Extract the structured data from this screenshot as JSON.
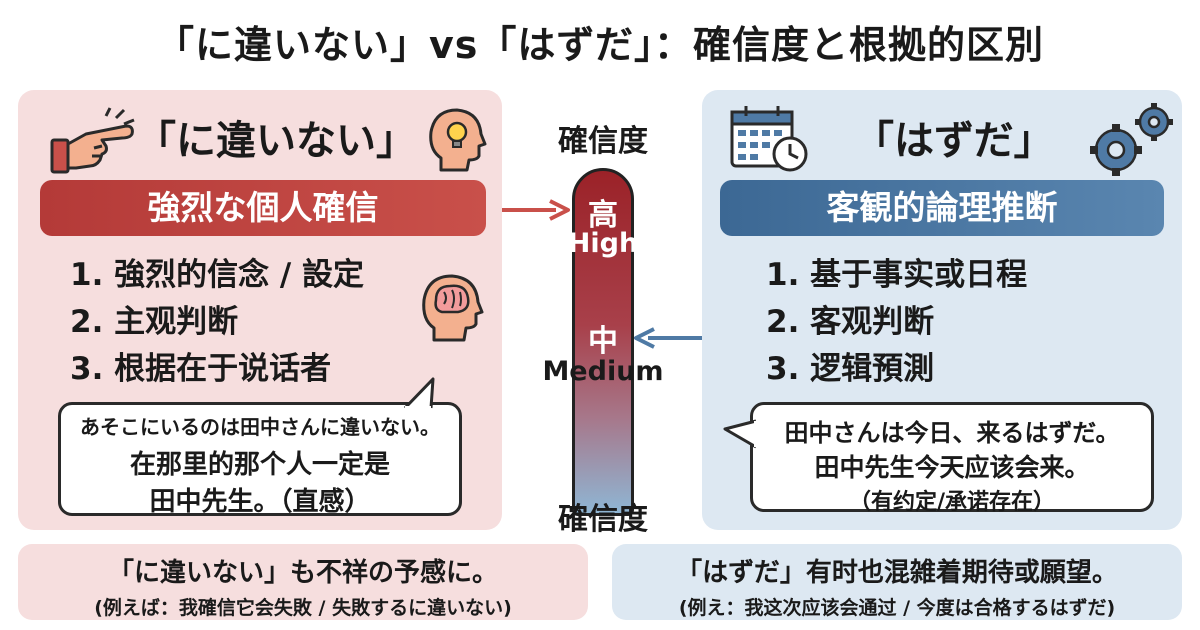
{
  "title": "「に違いない」vs「はずだ」：確信度と根拠的区別",
  "left": {
    "heading": "「に違いない」",
    "banner": "強烈な個人確信",
    "items": [
      "1. 強烈的信念 / 設定",
      "2. 主观判断",
      "3. 根据在于说话者"
    ],
    "bubble": {
      "line1": "あそこにいるのは田中さんに違いない。",
      "line2": "在那里的那个人一定是",
      "line3": "田中先生。（直感）"
    },
    "footer": {
      "line1": "「に違いない」も不祥の予感に。",
      "line2": "(例えば：我確信它会失敗 / 失敗するに違いない)"
    }
  },
  "right": {
    "heading": "「はずだ」",
    "banner": "客観的論理推断",
    "items": [
      "1. 基于事实或日程",
      "2. 客观判断",
      "3. 逻辑預測"
    ],
    "bubble": {
      "line1": "田中さんは今日、来るはずだ。",
      "line2": "田中先生今天应该会来。",
      "line3": "（有约定/承诺存在）"
    },
    "footer": {
      "line1": "「はずだ」有时也混雑着期待或願望。",
      "line2": "(例え：我这次应该会通过 / 今度は合格するはずだ)"
    }
  },
  "center": {
    "top_label": "確信度",
    "bottom_label": "確信度",
    "high_kanji": "高",
    "high_en": "High",
    "medium_kanji": "中",
    "medium_en": "Medium"
  },
  "colors": {
    "left_bg": "#f6dede",
    "right_bg": "#dde8f2",
    "left_accent": "#b43a38",
    "right_accent": "#3c6894"
  },
  "icons": [
    "pointing-hand-icon",
    "head-lightbulb-icon",
    "head-brain-icon",
    "calendar-clock-icon",
    "gears-icon",
    "arrow-right-icon",
    "arrow-left-icon"
  ]
}
